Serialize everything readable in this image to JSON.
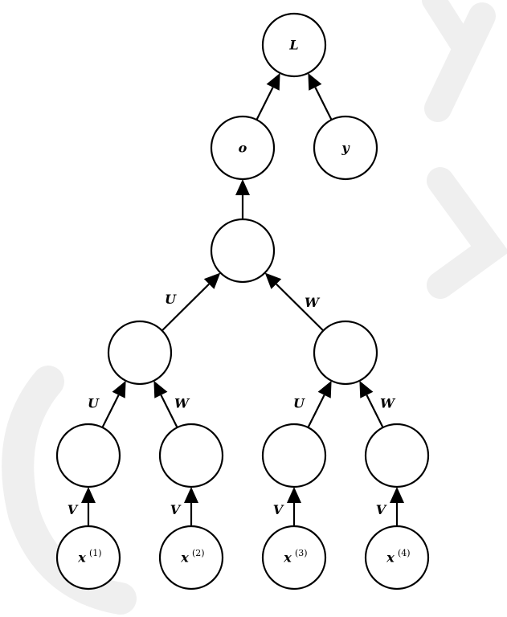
{
  "diagram": {
    "nodes": [
      {
        "id": "L",
        "label": "L"
      },
      {
        "id": "o",
        "label": "o"
      },
      {
        "id": "y",
        "label": "y"
      },
      {
        "id": "h_root",
        "label": ""
      },
      {
        "id": "h_left",
        "label": ""
      },
      {
        "id": "h_right",
        "label": ""
      },
      {
        "id": "h1",
        "label": ""
      },
      {
        "id": "h2",
        "label": ""
      },
      {
        "id": "h3",
        "label": ""
      },
      {
        "id": "h4",
        "label": ""
      },
      {
        "id": "x1",
        "label": "x",
        "superscript": "(1)"
      },
      {
        "id": "x2",
        "label": "x",
        "superscript": "(2)"
      },
      {
        "id": "x3",
        "label": "x",
        "superscript": "(3)"
      },
      {
        "id": "x4",
        "label": "x",
        "superscript": "(4)"
      }
    ],
    "edges": [
      {
        "from": "o",
        "to": "L",
        "label": ""
      },
      {
        "from": "y",
        "to": "L",
        "label": ""
      },
      {
        "from": "h_root",
        "to": "o",
        "label": ""
      },
      {
        "from": "h_left",
        "to": "h_root",
        "label": "U"
      },
      {
        "from": "h_right",
        "to": "h_root",
        "label": "W"
      },
      {
        "from": "h1",
        "to": "h_left",
        "label": "U"
      },
      {
        "from": "h2",
        "to": "h_left",
        "label": "W"
      },
      {
        "from": "h3",
        "to": "h_right",
        "label": "U"
      },
      {
        "from": "h4",
        "to": "h_right",
        "label": "W"
      },
      {
        "from": "x1",
        "to": "h1",
        "label": "V"
      },
      {
        "from": "x2",
        "to": "h2",
        "label": "V"
      },
      {
        "from": "x3",
        "to": "h3",
        "label": "V"
      },
      {
        "from": "x4",
        "to": "h4",
        "label": "V"
      }
    ]
  }
}
